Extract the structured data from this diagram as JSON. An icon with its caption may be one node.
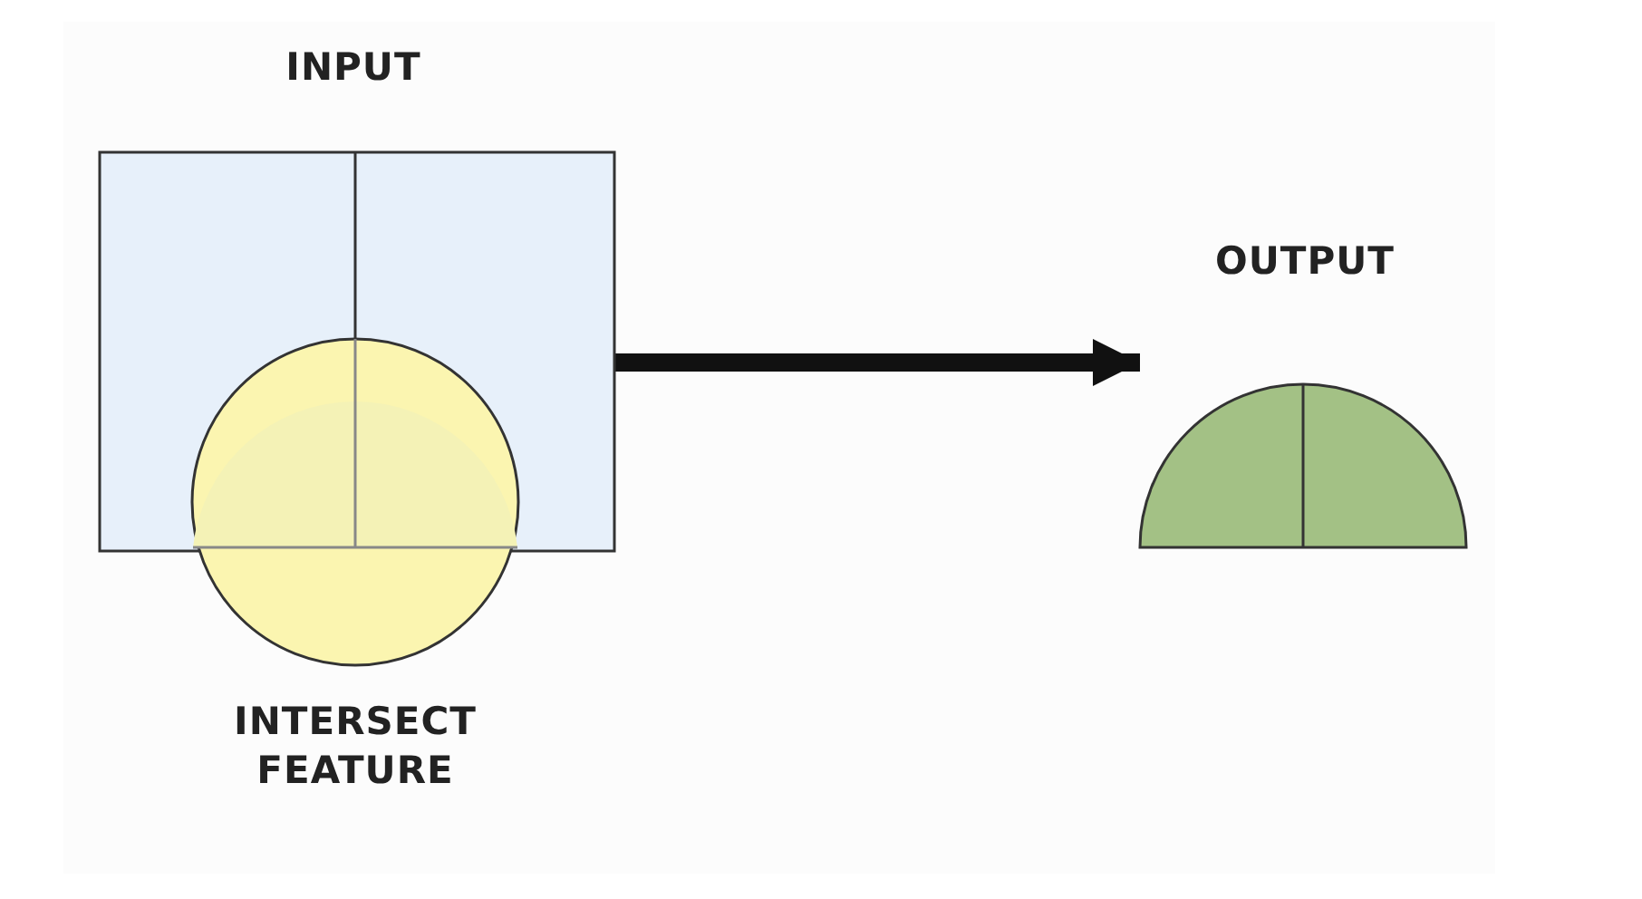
{
  "diagram": {
    "nodes": [
      {
        "text": [
          "INPUT"
        ]
      },
      {
        "text": [
          "INTERSECT FEATURE"
        ]
      },
      {
        "text": [
          "OUTPUT"
        ]
      }
    ],
    "edges": [
      {
        "from": 0,
        "to": 2,
        "arrow": "to"
      }
    ]
  }
}
